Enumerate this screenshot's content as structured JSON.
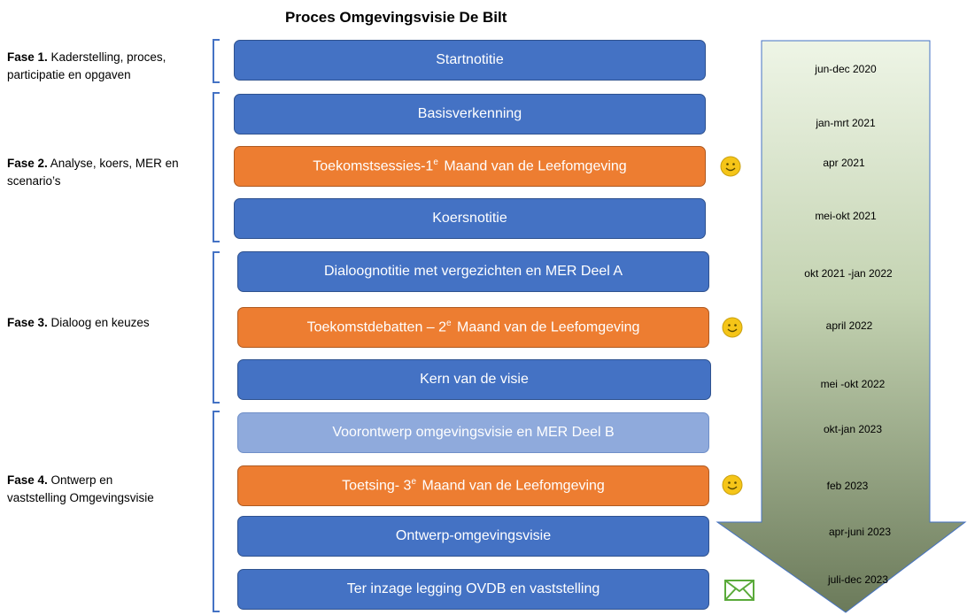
{
  "title": "Proces Omgevingsvisie De Bilt",
  "phases": [
    {
      "label": "Fase 1.",
      "text": " Kaderstelling, proces, participatie en opgaven"
    },
    {
      "label": "Fase 2.",
      "text": " Analyse, koers, MER en scenario’s"
    },
    {
      "label": "Fase 3.",
      "text": " Dialoog en keuzes"
    },
    {
      "label": "Fase 4.",
      "text": " Ontwerp en vaststelling Omgevingsvisie"
    }
  ],
  "steps": [
    {
      "text": "Startnotitie"
    },
    {
      "text": "Basisverkenning"
    },
    {
      "pre": "Toekomstsessies-1",
      "sup": "e",
      "post": " Maand van de Leefomgeving"
    },
    {
      "text": "Koersnotitie"
    },
    {
      "text": "Dialoognotitie met vergezichten en MER Deel A"
    },
    {
      "pre": "Toekomstdebatten – 2",
      "sup": "e",
      "post": " Maand  van de Leefomgeving"
    },
    {
      "text": "Kern van de visie"
    },
    {
      "text": "Voorontwerp omgevingsvisie en MER Deel B"
    },
    {
      "pre": "Toetsing- 3",
      "sup": "e",
      "post": " Maand van de Leefomgeving"
    },
    {
      "text": "Ontwerp-omgevingsvisie"
    },
    {
      "text": "Ter inzage legging OVDB en vaststelling"
    }
  ],
  "dates": [
    "jun-dec 2020",
    "jan-mrt 2021",
    "apr 2021",
    "mei-okt 2021",
    "okt 2021 -jan 2022",
    "april 2022",
    "mei -okt 2022",
    "okt-jan 2023",
    "feb 2023",
    "apr-juni 2023",
    "juli-dec 2023"
  ],
  "icons": [
    "smiley-icon",
    "smiley-icon",
    "smiley-icon",
    "envelope-icon"
  ],
  "colors": {
    "blue": "#4472c4",
    "orange": "#ed7d31",
    "light_blue": "#8faadc",
    "arrow_top": "#eaf3e0",
    "arrow_bottom": "#6f7c5f",
    "smiley": "#f5c518"
  }
}
